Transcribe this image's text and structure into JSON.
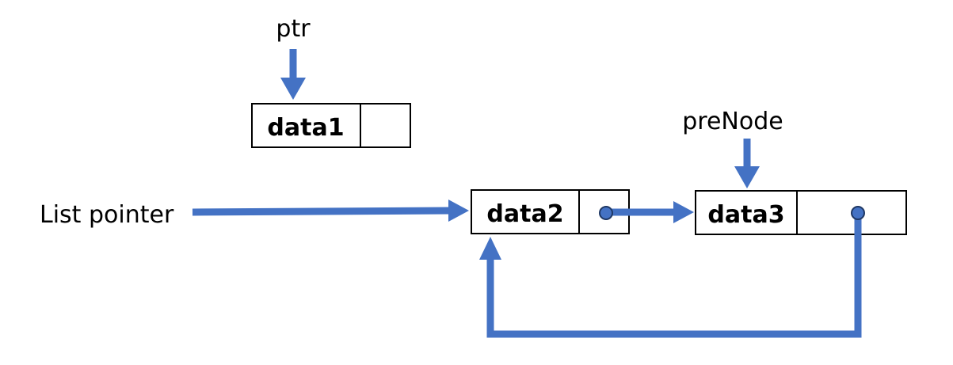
{
  "labels": {
    "ptr": "ptr",
    "pre_node": "preNode",
    "list_pointer": "List pointer"
  },
  "nodes": [
    {
      "id": "node1",
      "data": "data1",
      "pointer": "empty"
    },
    {
      "id": "node2",
      "data": "data2",
      "pointer": "node3"
    },
    {
      "id": "node3",
      "data": "data3",
      "pointer": "node2"
    }
  ],
  "colors": {
    "arrow": "#4472C4",
    "stroke": "#000000",
    "background": "#ffffff"
  }
}
